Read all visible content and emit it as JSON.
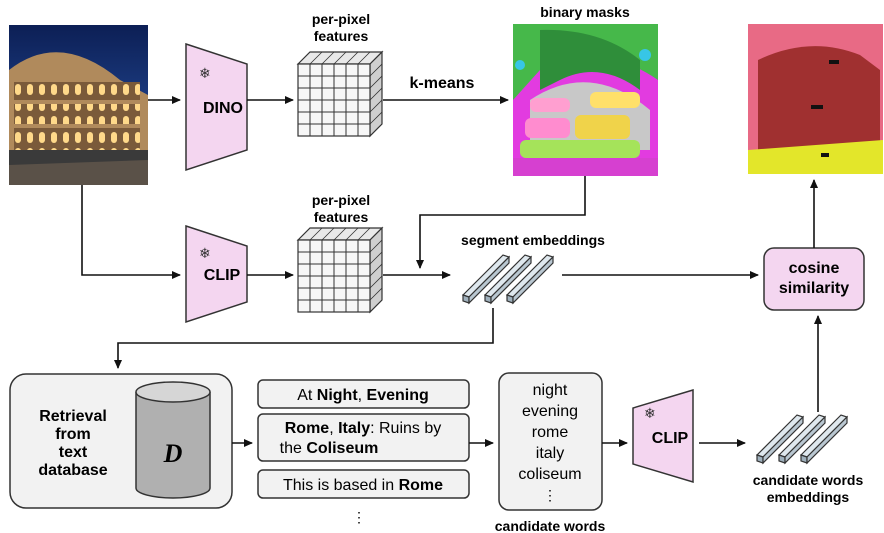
{
  "models": {
    "dino": "DINO",
    "clip_top": "CLIP",
    "clip_bottom": "CLIP"
  },
  "labels": {
    "per_pixel_features_1": "per-pixel features",
    "per_pixel_features_2": "per-pixel features",
    "kmeans": "k-means",
    "binary_masks": "binary masks",
    "segment_embeddings": "segment embeddings",
    "cosine_similarity": "cosine similarity",
    "candidate_words": "candidate words",
    "candidate_words_embeddings": "candidate words embeddings"
  },
  "retrieval": {
    "title": "Retrieval from text database",
    "symbol": "D"
  },
  "captions": [
    {
      "segments": [
        {
          "text": "At ",
          "bold": false
        },
        {
          "text": "Night",
          "bold": true
        },
        {
          "text": ", ",
          "bold": false
        },
        {
          "text": "Evening",
          "bold": true
        }
      ]
    },
    {
      "segments": [
        {
          "text": "Rome",
          "bold": true
        },
        {
          "text": ", ",
          "bold": false
        },
        {
          "text": "Italy",
          "bold": true
        },
        {
          "text": ": Ruins by the ",
          "bold": false
        },
        {
          "text": "Coliseum",
          "bold": true
        }
      ]
    },
    {
      "segments": [
        {
          "text": "This is based in ",
          "bold": false
        },
        {
          "text": "Rome",
          "bold": true
        }
      ]
    }
  ],
  "captions_more": "⋮",
  "words": [
    "night",
    "evening",
    "rome",
    "italy",
    "coliseum"
  ],
  "words_more": "⋮",
  "icons": {
    "frozen": "snowflake-icon"
  },
  "colors": {
    "model_fill": "#f4d6f0",
    "box_fill": "#f2f2f2",
    "embedding_fill": "#dfe8ee",
    "stroke": "#333333"
  }
}
